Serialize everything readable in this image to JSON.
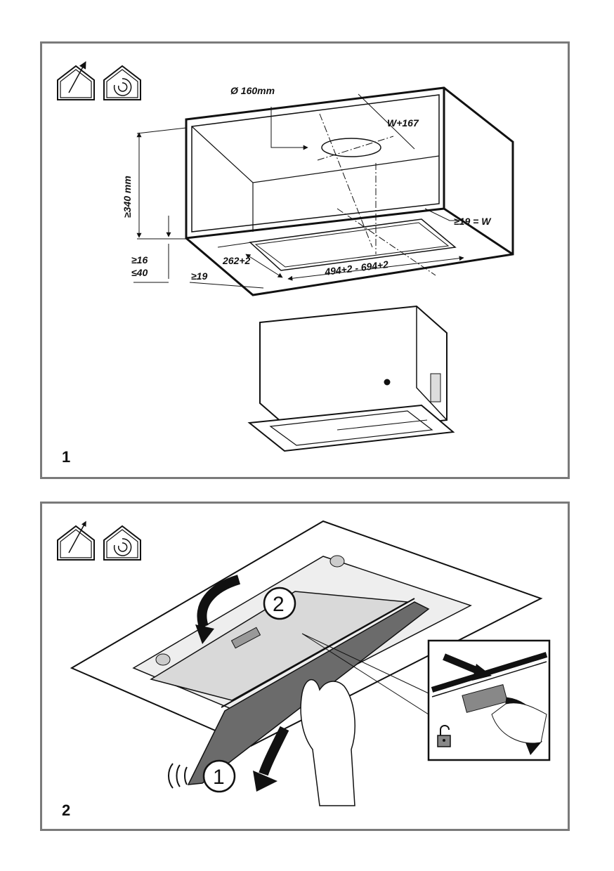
{
  "figure1": {
    "number": "1",
    "dimensions": {
      "duct_diameter": "Ø 160mm",
      "width_offset": "W+167",
      "height": "≥340 mm",
      "min_side": "≥19 = W",
      "gap_min": "≥16",
      "gap_max": "≤40",
      "front_margin": "≥19",
      "depth": "262+2",
      "width_range": "494+2 - 694+2"
    },
    "icons": [
      "ducted-extraction-icon",
      "recirculation-icon"
    ]
  },
  "figure2": {
    "number": "2",
    "steps": [
      "1",
      "2"
    ],
    "icons": [
      "ducted-extraction-icon",
      "recirculation-icon",
      "unlock-icon"
    ]
  }
}
